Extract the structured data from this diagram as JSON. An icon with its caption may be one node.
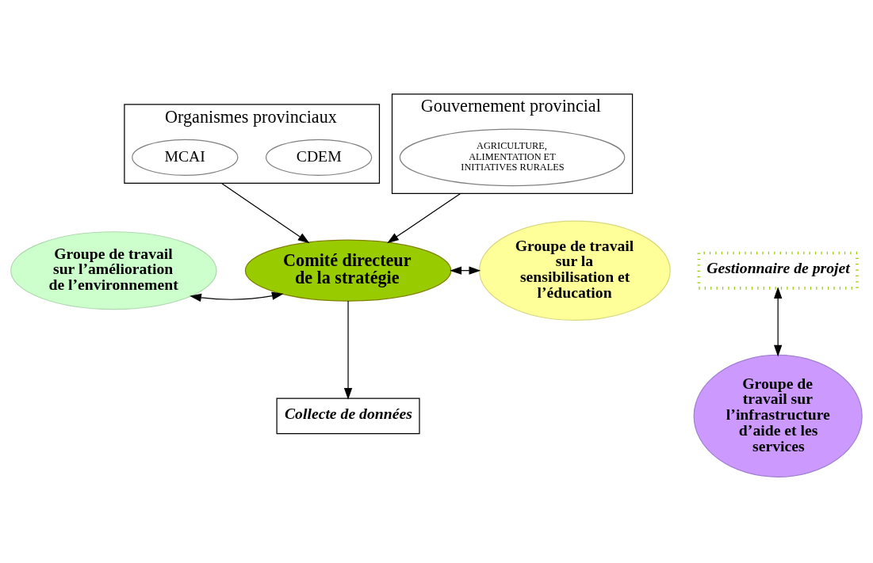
{
  "diagram": {
    "nodes": [
      {
        "text": [
          "Organismes provinciaux"
        ]
      },
      {
        "text": [
          "CDEM"
        ],
        "in": 0
      },
      {
        "text": [
          "MCAI"
        ],
        "in": 0
      },
      {
        "text": [
          "Gouvernement provincial"
        ]
      },
      {
        "text": [
          "AGRICULTURE, ALIMENTATION ET INITIATIVES RURALES"
        ],
        "in": 3
      },
      {
        "text": [
          "Groupe de travail sur l’amélioration de l’environnement"
        ]
      },
      {
        "text": [
          "Comité directeur de la stratégie"
        ]
      },
      {
        "text": [
          "Gestionnaire de projet"
        ]
      },
      {
        "text": [
          "Groupe de travail sur la sensibilisation et l’éducation"
        ]
      },
      {
        "text": [
          "Groupe de travail sur l’infrastructure d’aide et les services"
        ]
      },
      {
        "text": [
          "Collecte de données"
        ]
      }
    ],
    "edges": [
      {
        "from": 0,
        "to": 6,
        "arrow": "to"
      },
      {
        "from": 3,
        "to": 6,
        "arrow": "to"
      },
      {
        "from": 5,
        "to": 6,
        "arrow": "both"
      },
      {
        "from": 6,
        "to": 8,
        "arrow": "both"
      },
      {
        "from": 7,
        "to": 9,
        "arrow": "both"
      },
      {
        "from": 6,
        "to": 10,
        "arrow": "to"
      }
    ]
  }
}
